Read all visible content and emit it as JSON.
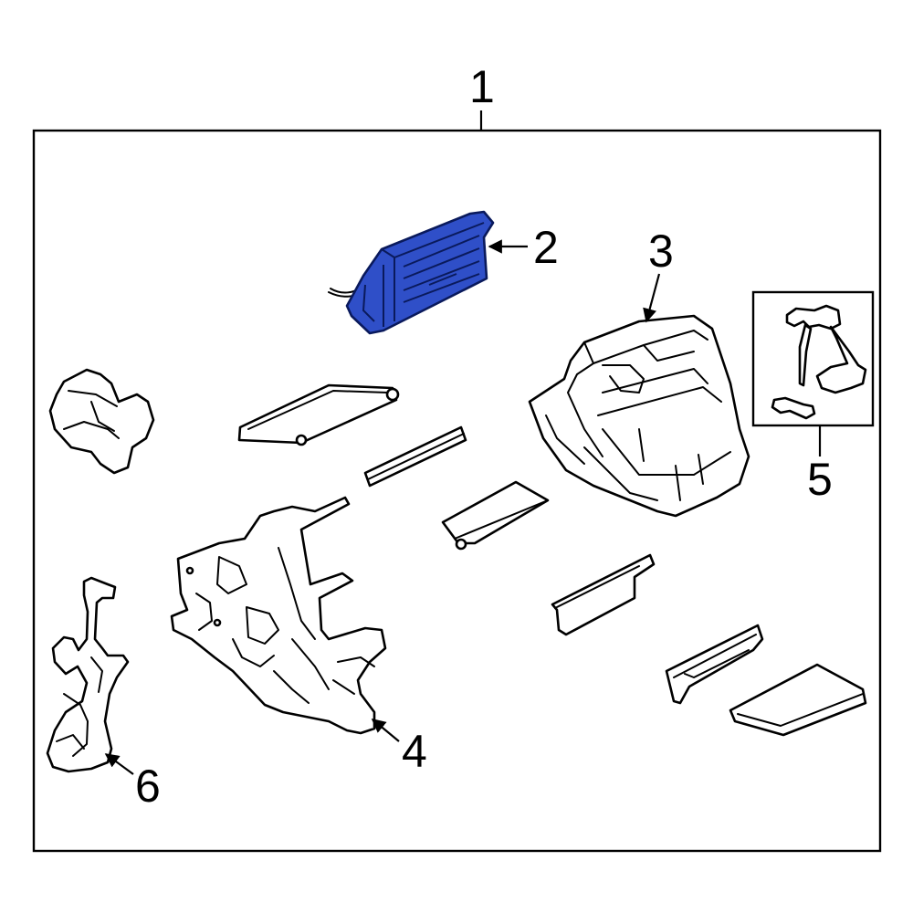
{
  "callouts": {
    "c1": "1",
    "c2": "2",
    "c3": "3",
    "c4": "4",
    "c5": "5",
    "c6": "6"
  },
  "colors": {
    "highlight": "#2f4fc8",
    "highlight_stroke": "#0a1a5c",
    "line": "#000000",
    "background": "#ffffff"
  }
}
